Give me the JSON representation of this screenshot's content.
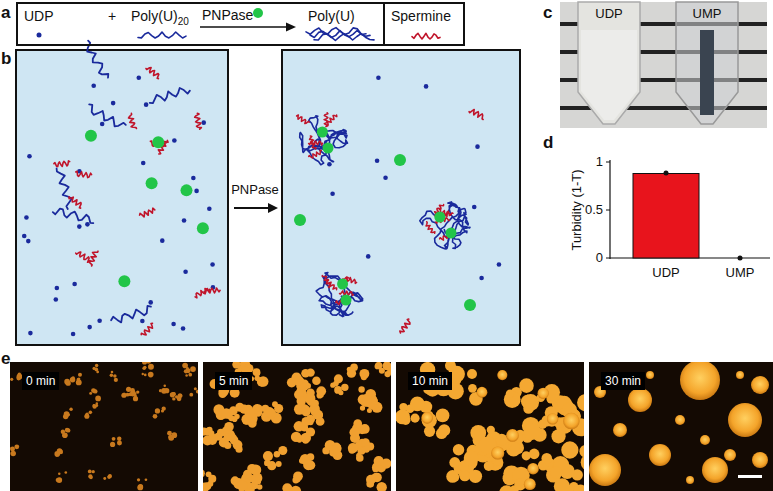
{
  "diagram": {
    "nodes": [
      {
        "text": [
          "UDP",
          "+",
          "Poly(U)",
          "20",
          "PNPase",
          "Poly(U)"
        ]
      },
      {
        "text": [
          "Spermine"
        ]
      },
      {
        "text": [
          "0 min"
        ]
      },
      {
        "text": [
          "5 min"
        ]
      },
      {
        "text": [
          "10 min"
        ]
      },
      {
        "text": [
          "30 min"
        ]
      }
    ],
    "labels": [
      "a",
      "b",
      "PNPase",
      "c",
      "UDP",
      "UMP",
      "d",
      "1",
      "0.5",
      "0",
      "Turbidity (1-T)",
      "UDP",
      "UMP",
      "e"
    ]
  }
}
